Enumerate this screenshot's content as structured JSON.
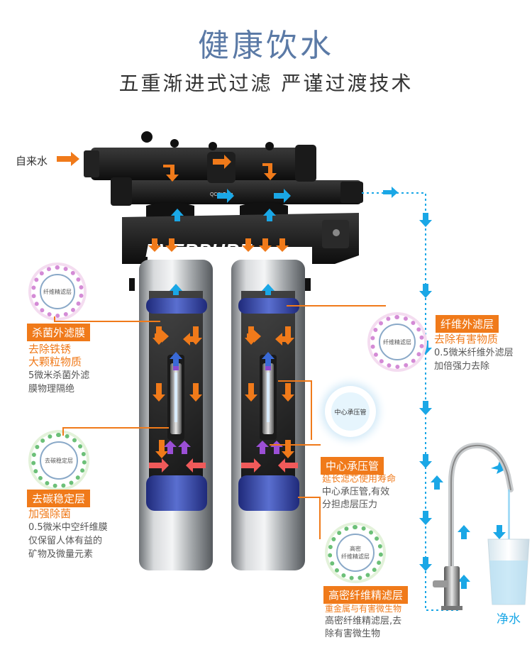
{
  "header": {
    "title": "健康饮水",
    "subtitle": "五重渐进式过滤 严谨过渡技术"
  },
  "inlet_label": "自来水",
  "product": {
    "brand": "EVERPURE",
    "model": "QC7I Twin"
  },
  "left_filter_1": {
    "circle_text": "纤维精滤层",
    "title": "杀菌外滤膜",
    "highlight": [
      "去除铁锈",
      "大颗粒物质"
    ],
    "desc": [
      "5微米杀菌外滤",
      "膜物理隔绝"
    ]
  },
  "left_filter_2": {
    "circle_text": "去碳稳定层",
    "title": "去碳稳定层",
    "highlight": [
      "加强除菌"
    ],
    "desc": [
      "0.5微米中空纤维膜",
      "仅保留人体有益的",
      "矿物及微量元素"
    ]
  },
  "right_filter_1": {
    "circle_text": "纤维精滤层",
    "title": "纤维外滤层",
    "highlight": [
      "去除有害物质"
    ],
    "desc": [
      "0.5微米纤维外滤层",
      "加倍强力去除"
    ]
  },
  "right_filter_2": {
    "circle_text": "中心承压管",
    "title": "中心承压管",
    "highlight": [
      "延长滤芯使用寿命"
    ],
    "desc": [
      "中心承压管,有效",
      "分担虑层压力"
    ]
  },
  "right_filter_3": {
    "circle_text": [
      "高密",
      "纤维精滤层"
    ],
    "title": "高密纤维精滤层",
    "highlight": [
      "重金属与有害微生物"
    ],
    "desc": [
      "高密纤维精滤层,去",
      "除有害微生物"
    ]
  },
  "outlet_label": "净水",
  "colors": {
    "title": "#5b7aa6",
    "accent": "#f07a1a",
    "water": "#1aa7e6",
    "violet": "#9b4fd6"
  }
}
